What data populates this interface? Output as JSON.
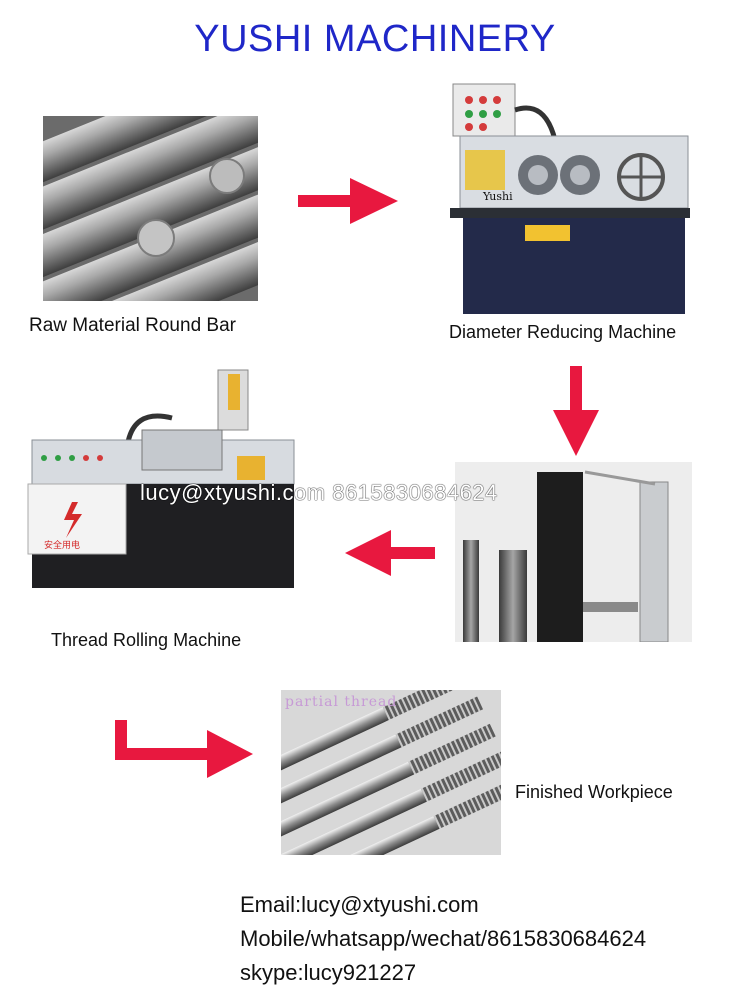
{
  "title": "YUSHI MACHINERY",
  "steps": {
    "raw_material": "Raw Material Round Bar",
    "diameter_reducing": "Diameter Reducing Machine",
    "thread_rolling": "Thread Rolling Machine",
    "finished": "Finished Workpiece"
  },
  "overlays": {
    "machine1_brand": "Yushi",
    "watermark": "lucy@xtyushi.com   8615830684624",
    "partial_thread": "partial thread"
  },
  "contacts": {
    "email": "Email:lucy@xtyushi.com",
    "mobile": "Mobile/whatsapp/wechat/8615830684624",
    "skype": "skype:lucy921227"
  },
  "colors": {
    "title": "#1f27c8",
    "arrow": "#e8183f"
  }
}
